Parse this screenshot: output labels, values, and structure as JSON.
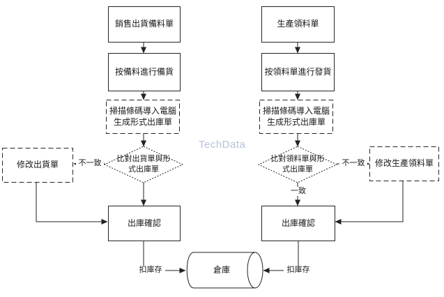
{
  "watermark": "TechData",
  "colors": {
    "line": "#222222",
    "watermark": "#b4c1d8",
    "background": "#ffffff"
  },
  "flowchart": {
    "left": {
      "start": "銷售出貨備料單",
      "step2": "按備料進行備貨",
      "step3": "掃描條碼導入電腦\n生成形式出庫單",
      "decision": "比對出貨單與形\n式出庫單",
      "modify": "修改出貨單",
      "inconsistent_label": "不一致",
      "confirm": "出庫確認",
      "deduct_label": "扣庫存"
    },
    "right": {
      "start": "生產領料單",
      "step2": "按領料單進行發貨",
      "step3": "掃描條碼導入電腦\n生成形式出庫單",
      "decision": "比對領料單與形\n式出庫單",
      "modify": "修改生產領料單",
      "inconsistent_label": "不一致",
      "consistent_label": "一致",
      "confirm": "出庫確認",
      "deduct_label": "扣庫存"
    },
    "warehouse": "倉庫"
  }
}
